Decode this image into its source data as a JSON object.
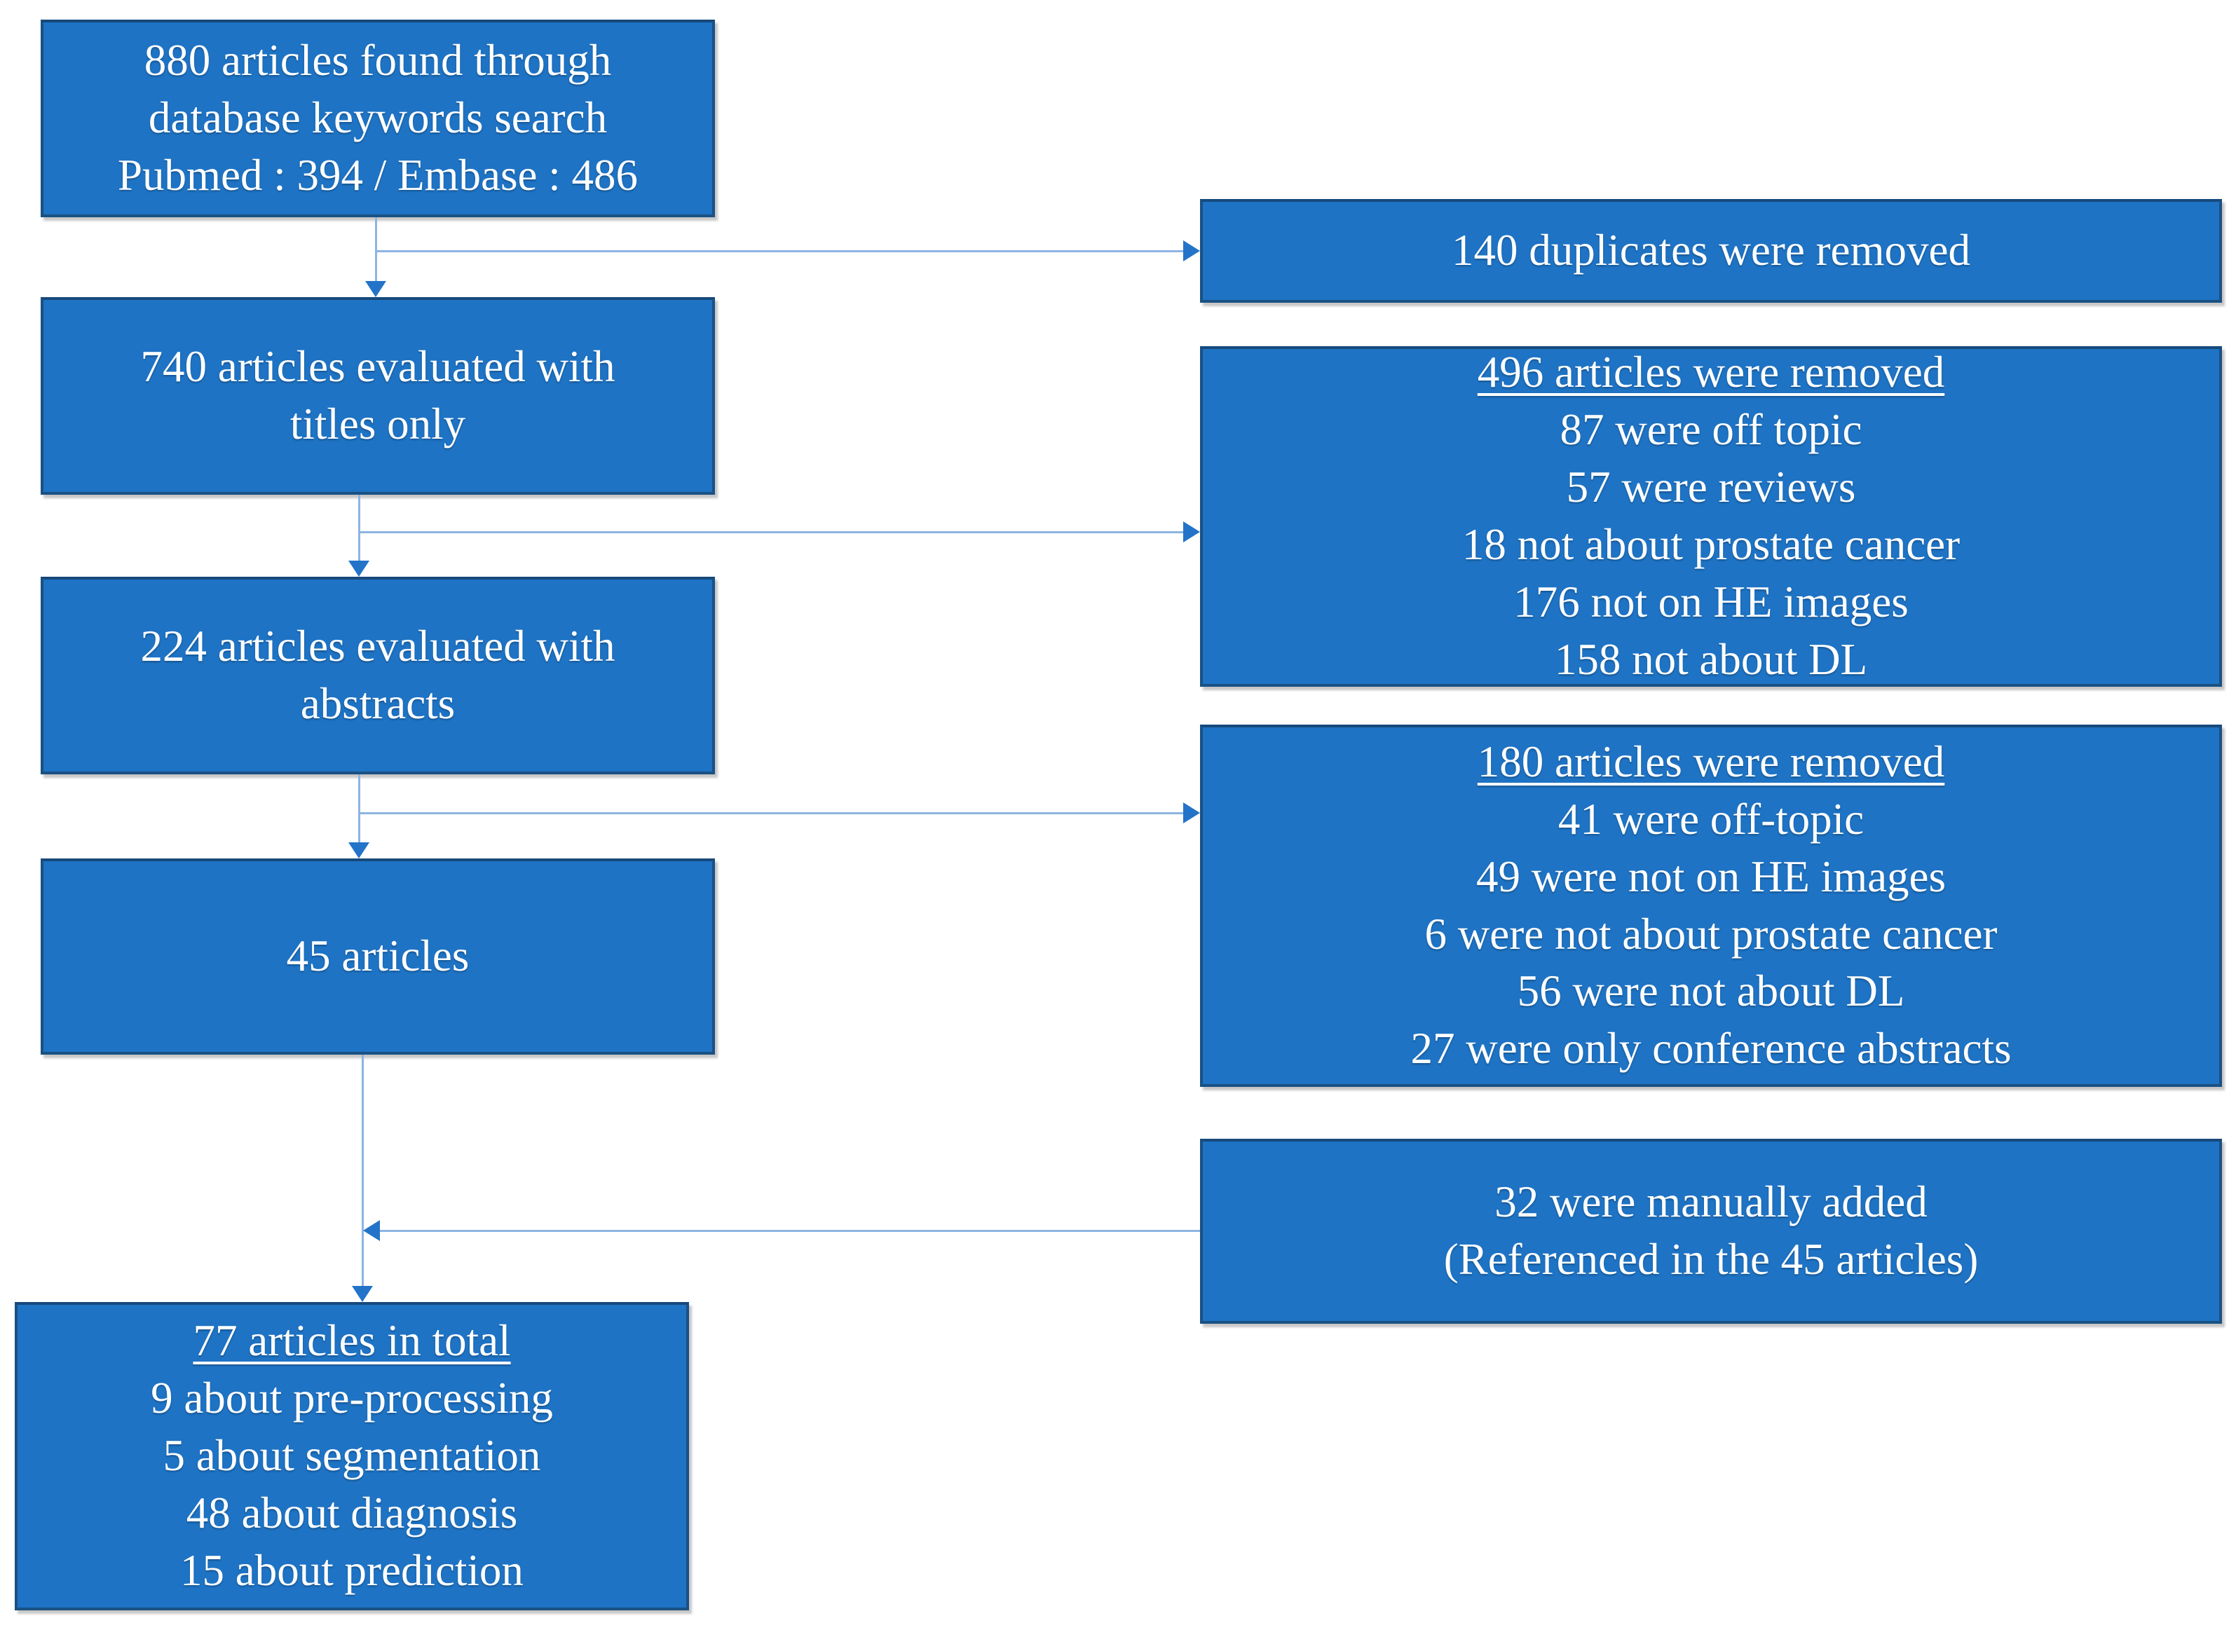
{
  "diagram": {
    "type": "flowchart",
    "colors": {
      "box_fill": "#1e73c4",
      "box_border": "#1a5183",
      "connector": "#8eb4e3",
      "arrowhead": "#2374c9",
      "text": "#ffffff",
      "background": "#ffffff"
    },
    "boxes": {
      "search": {
        "lines": [
          "880 articles found through",
          "database keywords search",
          "Pubmed : 394 / Embase : 486"
        ]
      },
      "duplicates": {
        "lines": [
          "140 duplicates were removed"
        ]
      },
      "titles": {
        "lines": [
          "740 articles evaluated with",
          "titles only"
        ]
      },
      "removed_titles": {
        "lines": [
          "496 articles were removed",
          "87 were off topic",
          "57 were reviews",
          "18 not about prostate cancer",
          "176 not on HE images",
          "158 not about DL"
        ]
      },
      "abstracts": {
        "lines": [
          "224 articles evaluated with",
          "abstracts"
        ]
      },
      "removed_abstracts": {
        "lines": [
          "180 articles were removed",
          "41 were off-topic",
          "49 were not on HE images",
          "6 were not about prostate cancer",
          "56 were not about DL",
          "27 were only conference abstracts"
        ]
      },
      "selected": {
        "lines": [
          "45 articles"
        ]
      },
      "manual": {
        "lines": [
          "32 were manually added",
          "(Referenced in the 45 articles)"
        ]
      },
      "total": {
        "lines": [
          "77 articles in total",
          "9 about pre-processing",
          "5 about segmentation",
          "48 about diagnosis",
          "15 about prediction"
        ]
      }
    }
  }
}
